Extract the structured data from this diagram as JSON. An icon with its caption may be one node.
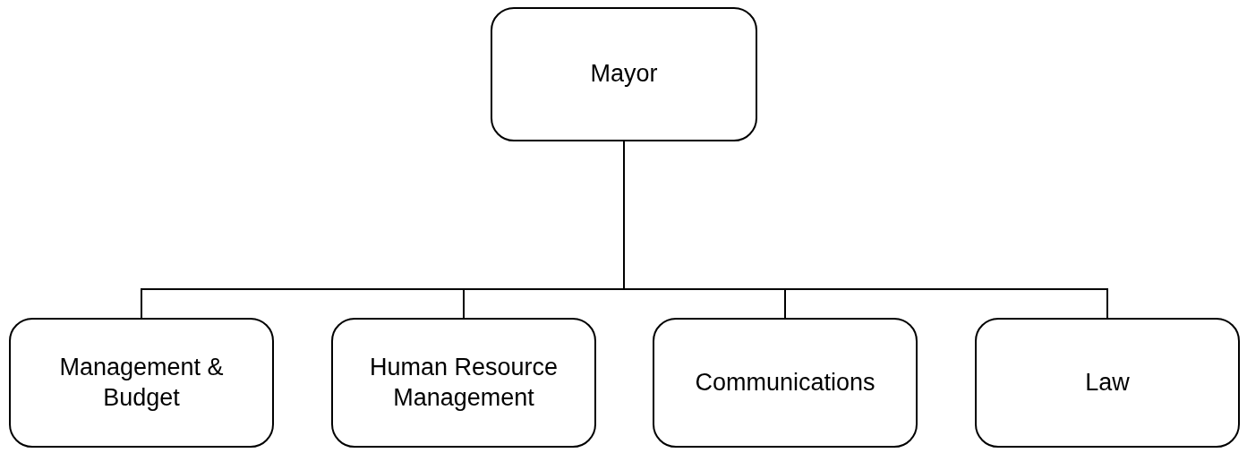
{
  "diagram": {
    "nodes": [
      {
        "text": [
          "Mayor"
        ]
      },
      {
        "text": [
          "Management & Budget"
        ]
      },
      {
        "text": [
          "Human Resource Management"
        ]
      },
      {
        "text": [
          "Communications"
        ]
      },
      {
        "text": [
          "Law"
        ]
      }
    ],
    "edges": [
      {
        "from": 0,
        "to": 1,
        "arrow": "none"
      },
      {
        "from": 0,
        "to": 2,
        "arrow": "none"
      },
      {
        "from": 0,
        "to": 3,
        "arrow": "none"
      },
      {
        "from": 0,
        "to": 4,
        "arrow": "none"
      }
    ]
  }
}
